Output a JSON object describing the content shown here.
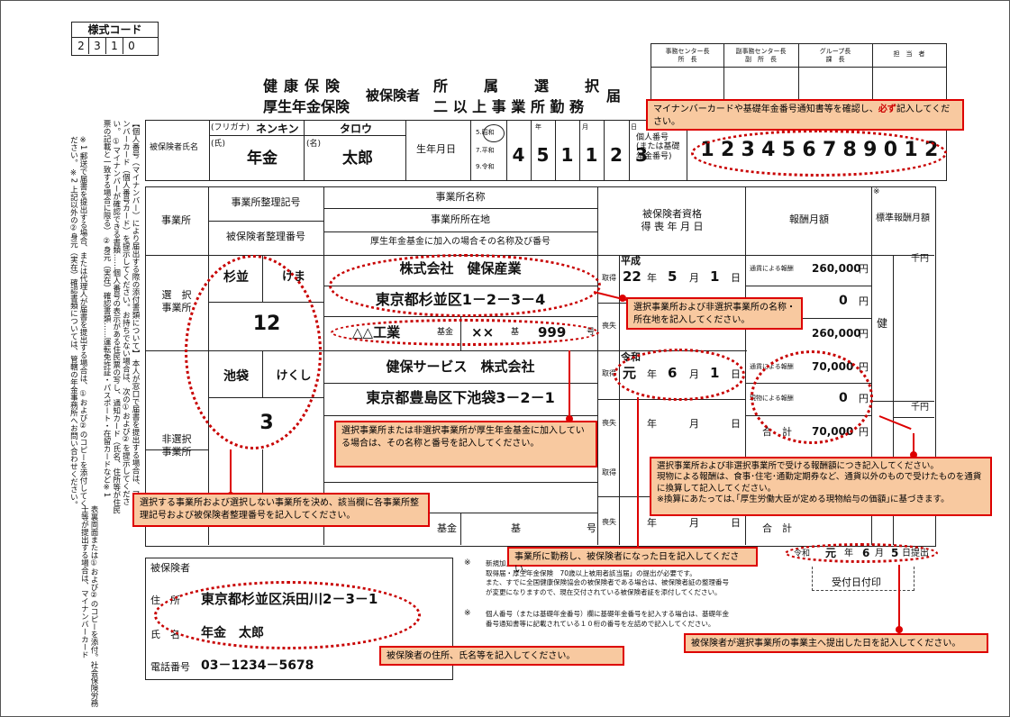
{
  "form_code": {
    "label": "様式コード",
    "digits": [
      "2",
      "3",
      "1",
      "0"
    ]
  },
  "approval": [
    "事務センター長\n所　長",
    "副事務センター長\n副　所　長",
    "グループ長\n課　長",
    "担　当　者"
  ],
  "title": {
    "line1": "健康保険",
    "line2": "厚生年金保険",
    "insured": "被保険者",
    "line3a": "所　属　選　択",
    "line3b": "二 以 上 事 業 所 勤 務",
    "todoke": "届"
  },
  "left_note": {
    "main": "【個人番号（マイナンバー）により届出する際の添付書類について】 本人が窓口で届書を提出する場合は、マイナンバーカード（個人番号カード）を提示してください。お持ちでない場合は、次の①および②を提示してください。 ①マイナンバーが確認できる書類……個人番号の表示がある住民票の写し、通知カード（氏名、住所等が住民票の記載と一致する場合に限る） ②身元（実在）確認書類……運転免許証・パスポート・在留カードなど※1",
    "notes": "※1 郵送で届書を提出する場合、または代理人が届書を提出する場合は、①および②のコピーを添付してください。 ※2 上記以外の②身元（実在）確認書類については、管轄の年金事務所へお問い合わせください。",
    "side": "表裏両面または①および②のコピーを添付。社会保険労務士等が提出する場合は、マイナンバーカード"
  },
  "person": {
    "name_label": "被保険者氏名",
    "furigana_label": "(フリガナ)",
    "shi": "(氏)",
    "mei": "(名)",
    "kana_last": "ネンキン",
    "kana_first": "タロウ",
    "last": "年金",
    "first": "太郎",
    "birth_label": "生年月日",
    "era1": "5.昭和",
    "era2": "7.平和",
    "era3": "9.令和",
    "nen": "年",
    "tsuki": "月",
    "hi": "日",
    "birth_digits": [
      "4",
      "5",
      "1",
      "1",
      "2",
      "3"
    ],
    "mynumber_label": "個人番号\n(または基礎\n年金番号)",
    "mynumber": [
      "1",
      "2",
      "3",
      "4",
      "5",
      "6",
      "7",
      "8",
      "9",
      "0",
      "1",
      "2"
    ]
  },
  "table": {
    "h_office": "事業所",
    "h_seiri": "事業所整理記号",
    "h_insnum": "被保険者整理番号",
    "h_name": "事業所名称",
    "h_addr": "事業所所在地",
    "h_fund": "厚生年金基金に加入の場合その名称及び番号",
    "h_qual": "被保険者資格\n得 喪 年 月 日",
    "h_pay": "報酬月額",
    "h_std": "標準報酬月額",
    "h_mark": "※",
    "sel_label": "選　択\n事業所",
    "nonsel_label": "非選択\n事業所",
    "sel_code1": "杉並",
    "sel_code2": "けま",
    "sel_no": "12",
    "non_code1": "池袋",
    "non_code2": "けくし",
    "non_no": "3",
    "sel_name": "株式会社　健保産業",
    "sel_addr": "東京都杉並区1－2－3－4",
    "fund_name": "△△工業",
    "fund_lbl": "基金",
    "fund_code": "××",
    "fund_ki": "基",
    "fund_no": "999",
    "fund_go": "号",
    "non_name": "健保サービス　株式会社",
    "non_addr": "東京都豊島区下池袋3－2－1",
    "kikin": "基金",
    "ki": "基",
    "go": "号",
    "shutoku": "取得",
    "soushitsu": "喪失",
    "sel_era": "平成",
    "sel_y": "22",
    "sel_m": "5",
    "sel_d": "1",
    "non_era": "令和",
    "non_y": "元",
    "non_m": "6",
    "non_d": "1",
    "y_lbl": "年",
    "m_lbl": "月",
    "d_lbl": "日",
    "cur_label": "通貨による報酬",
    "goods_label": "現物による報酬",
    "total_label": "合　計",
    "yen": "円",
    "senen": "千円",
    "sel_cur": "260,000",
    "sel_goods": "0",
    "sel_total": "260,000",
    "non_cur": "70,000",
    "non_goods": "0",
    "non_total": "70,000",
    "ken": "健"
  },
  "footer": {
    "ins_label": "被保険者",
    "addr_lbl": "住　所",
    "addr": "東京都杉並区浜田川2－3－1",
    "name_lbl": "氏　名",
    "name": "年金　太郎",
    "tel_lbl": "電話番号",
    "tel": "03－1234－5678",
    "note1_mark": "※",
    "note1": "新規加入…\n取得届・厚生年金保険　70歳以上被用者該当届」の提出が必要です。\nまた、すでに全国健康保険協会の被保険者である場合は、被保険者証の整理番号\nが変更になりますので、現在交付されている被保険者証を添付してください。",
    "note2_mark": "※",
    "note2": "個人番号（または基礎年金番号）欄に基礎年金番号を記入する場合は、基礎年金\n番号通知書等に記載されている１０桁の番号を左詰めで記入してください。",
    "sub_era": "令和",
    "sub_y": "元",
    "sub_m": "6",
    "sub_d": "5",
    "sub_lbl": "日提出",
    "stamp": "受付日付印"
  },
  "callouts": {
    "mynumber": "マイナンバーカードや基礎年金番号通知書等を確認し、必ず記入してください。",
    "mynumber_em": "必ず",
    "office_name": "選択事業所および非選択事業所の名称・所在地を記入してください。",
    "fund": "選択事業所または非選択事業所が厚生年金基金に加入している場合は、その名称と番号を記入してください。",
    "pay": "選択事業所および非選択事業所で受ける報酬額につき記入してください。\n現物による報酬は、食事･住宅･通勤定期券など、通貨以外のもので受けたものを通貨に換算して記入してください。\n※換算にあたっては､｢厚生労働大臣が定める現物給与の価額｣に基づきます。",
    "codes": "選択する事業所および選択しない事業所を決め、該当欄に各事業所整理記号および被保険者整理番号を記入してください。",
    "date": "事業所に勤務し、被保険者になった日を記入してください。",
    "addr": "被保険者の住所、氏名等を記入してください。",
    "submit": "被保険者が選択事業所の事業主へ提出した日を記入してください。"
  },
  "colors": {
    "red": "#cc0000",
    "callout_bg": "#f8c9a0"
  }
}
